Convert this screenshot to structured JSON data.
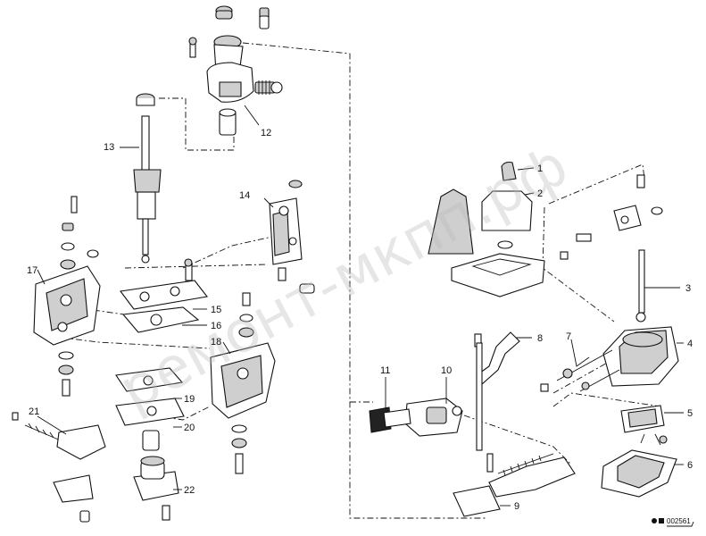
{
  "diagram": {
    "watermark": "ремонт-мкпп.рф",
    "reference_code": "002561",
    "callouts": [
      {
        "id": "1",
        "label": "1"
      },
      {
        "id": "2",
        "label": "2"
      },
      {
        "id": "3",
        "label": "3"
      },
      {
        "id": "4",
        "label": "4"
      },
      {
        "id": "5",
        "label": "5"
      },
      {
        "id": "6",
        "label": "6"
      },
      {
        "id": "7",
        "label": "7"
      },
      {
        "id": "8",
        "label": "8"
      },
      {
        "id": "9",
        "label": "9"
      },
      {
        "id": "10",
        "label": "10"
      },
      {
        "id": "11",
        "label": "11"
      },
      {
        "id": "12",
        "label": "12"
      },
      {
        "id": "13",
        "label": "13"
      },
      {
        "id": "14",
        "label": "14"
      },
      {
        "id": "15",
        "label": "15"
      },
      {
        "id": "16",
        "label": "16"
      },
      {
        "id": "17",
        "label": "17"
      },
      {
        "id": "18",
        "label": "18"
      },
      {
        "id": "19",
        "label": "19"
      },
      {
        "id": "20",
        "label": "20"
      },
      {
        "id": "21",
        "label": "21"
      },
      {
        "id": "22",
        "label": "22"
      }
    ]
  }
}
